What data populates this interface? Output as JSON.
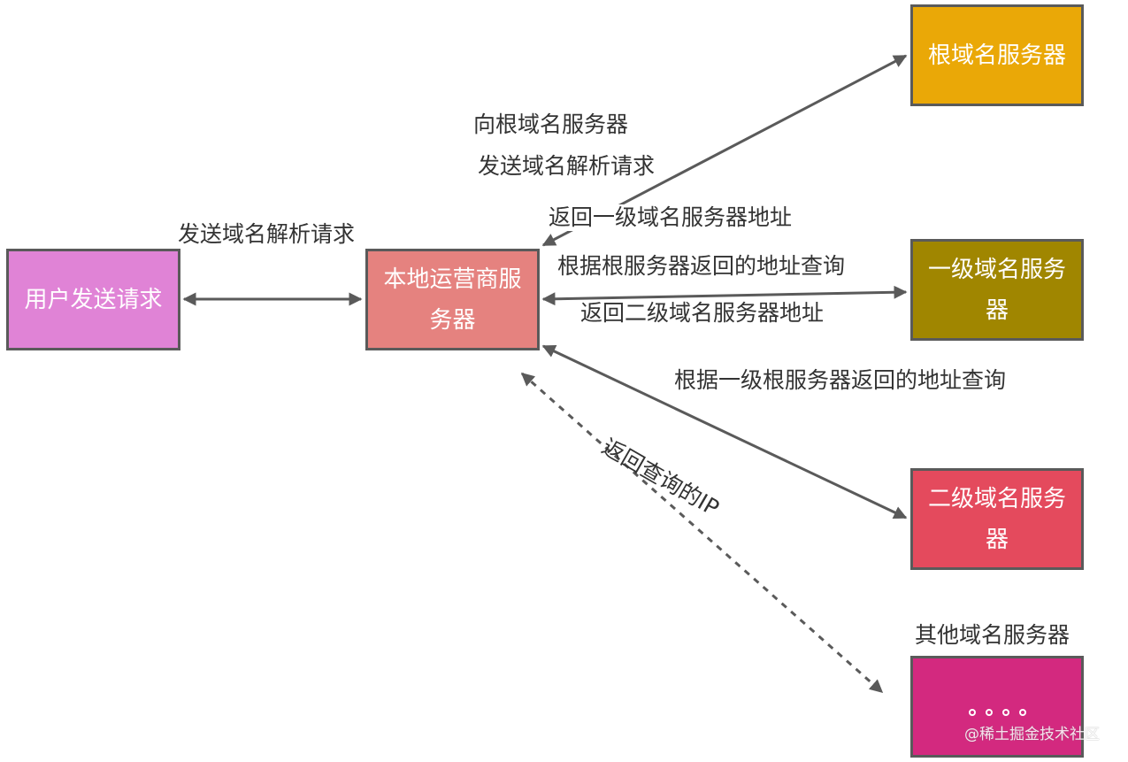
{
  "nodes": {
    "user": {
      "lines": [
        "用户发送请求"
      ]
    },
    "local": {
      "lines": [
        "本地运营商服",
        "务器"
      ]
    },
    "root": {
      "lines": [
        "根域名服务器"
      ]
    },
    "tld": {
      "lines": [
        "一级域名服务",
        "器"
      ]
    },
    "sld": {
      "lines": [
        "二级域名服务",
        "器"
      ]
    },
    "other": {
      "title": "其他域名服务器",
      "dots": [
        "。",
        "。",
        "。",
        "。"
      ]
    }
  },
  "edge_labels": {
    "user_local": "发送域名解析请求",
    "root_request_1": "向根域名服务器",
    "root_request_2": "发送域名解析请求",
    "root_return": "返回一级域名服务器地址",
    "tld_request": "根据根服务器返回的地址查询",
    "tld_return": "返回二级域名服务器地址",
    "sld_request": "根据一级根服务器返回的地址查询",
    "return_ip": "返回查询的IP"
  },
  "watermark": "@稀土掘金技术社区",
  "colors": {
    "user": "#e083d6",
    "local": "#e5827f",
    "root": "#eaa807",
    "tld": "#a08600",
    "sld": "#e44a5d",
    "other": "#d3297f",
    "arrow": "#5a5a5a"
  }
}
